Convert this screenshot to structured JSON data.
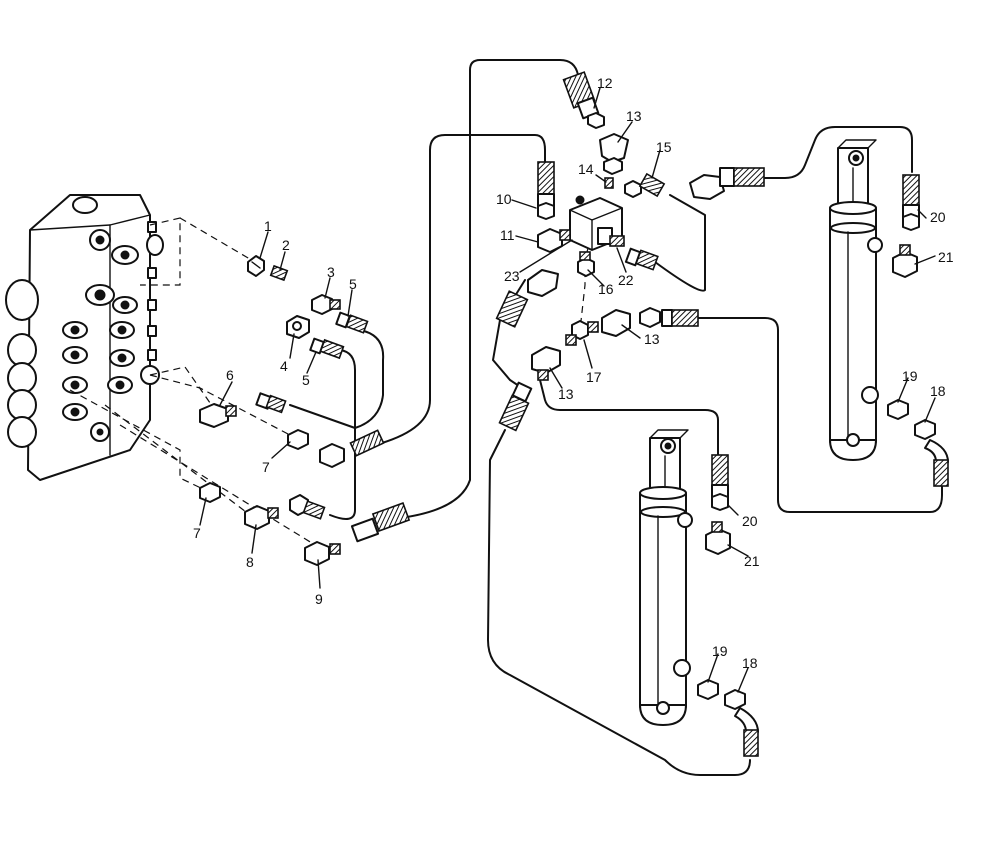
{
  "diagram": {
    "callouts": [
      {
        "id": "c1",
        "label": "1"
      },
      {
        "id": "c2",
        "label": "2"
      },
      {
        "id": "c3",
        "label": "3"
      },
      {
        "id": "c4",
        "label": "4"
      },
      {
        "id": "c5a",
        "label": "5"
      },
      {
        "id": "c5b",
        "label": "5"
      },
      {
        "id": "c6",
        "label": "6"
      },
      {
        "id": "c7a",
        "label": "7"
      },
      {
        "id": "c7b",
        "label": "7"
      },
      {
        "id": "c8",
        "label": "8"
      },
      {
        "id": "c9",
        "label": "9"
      },
      {
        "id": "c10",
        "label": "10"
      },
      {
        "id": "c11",
        "label": "11"
      },
      {
        "id": "c12",
        "label": "12"
      },
      {
        "id": "c13a",
        "label": "13"
      },
      {
        "id": "c13b",
        "label": "13"
      },
      {
        "id": "c13c",
        "label": "13"
      },
      {
        "id": "c14",
        "label": "14"
      },
      {
        "id": "c15",
        "label": "15"
      },
      {
        "id": "c16",
        "label": "16"
      },
      {
        "id": "c17",
        "label": "17"
      },
      {
        "id": "c18a",
        "label": "18"
      },
      {
        "id": "c18b",
        "label": "18"
      },
      {
        "id": "c19a",
        "label": "19"
      },
      {
        "id": "c19b",
        "label": "19"
      },
      {
        "id": "c20a",
        "label": "20"
      },
      {
        "id": "c20b",
        "label": "20"
      },
      {
        "id": "c21a",
        "label": "21"
      },
      {
        "id": "c21b",
        "label": "21"
      },
      {
        "id": "c22",
        "label": "22"
      },
      {
        "id": "c23",
        "label": "23"
      }
    ]
  }
}
